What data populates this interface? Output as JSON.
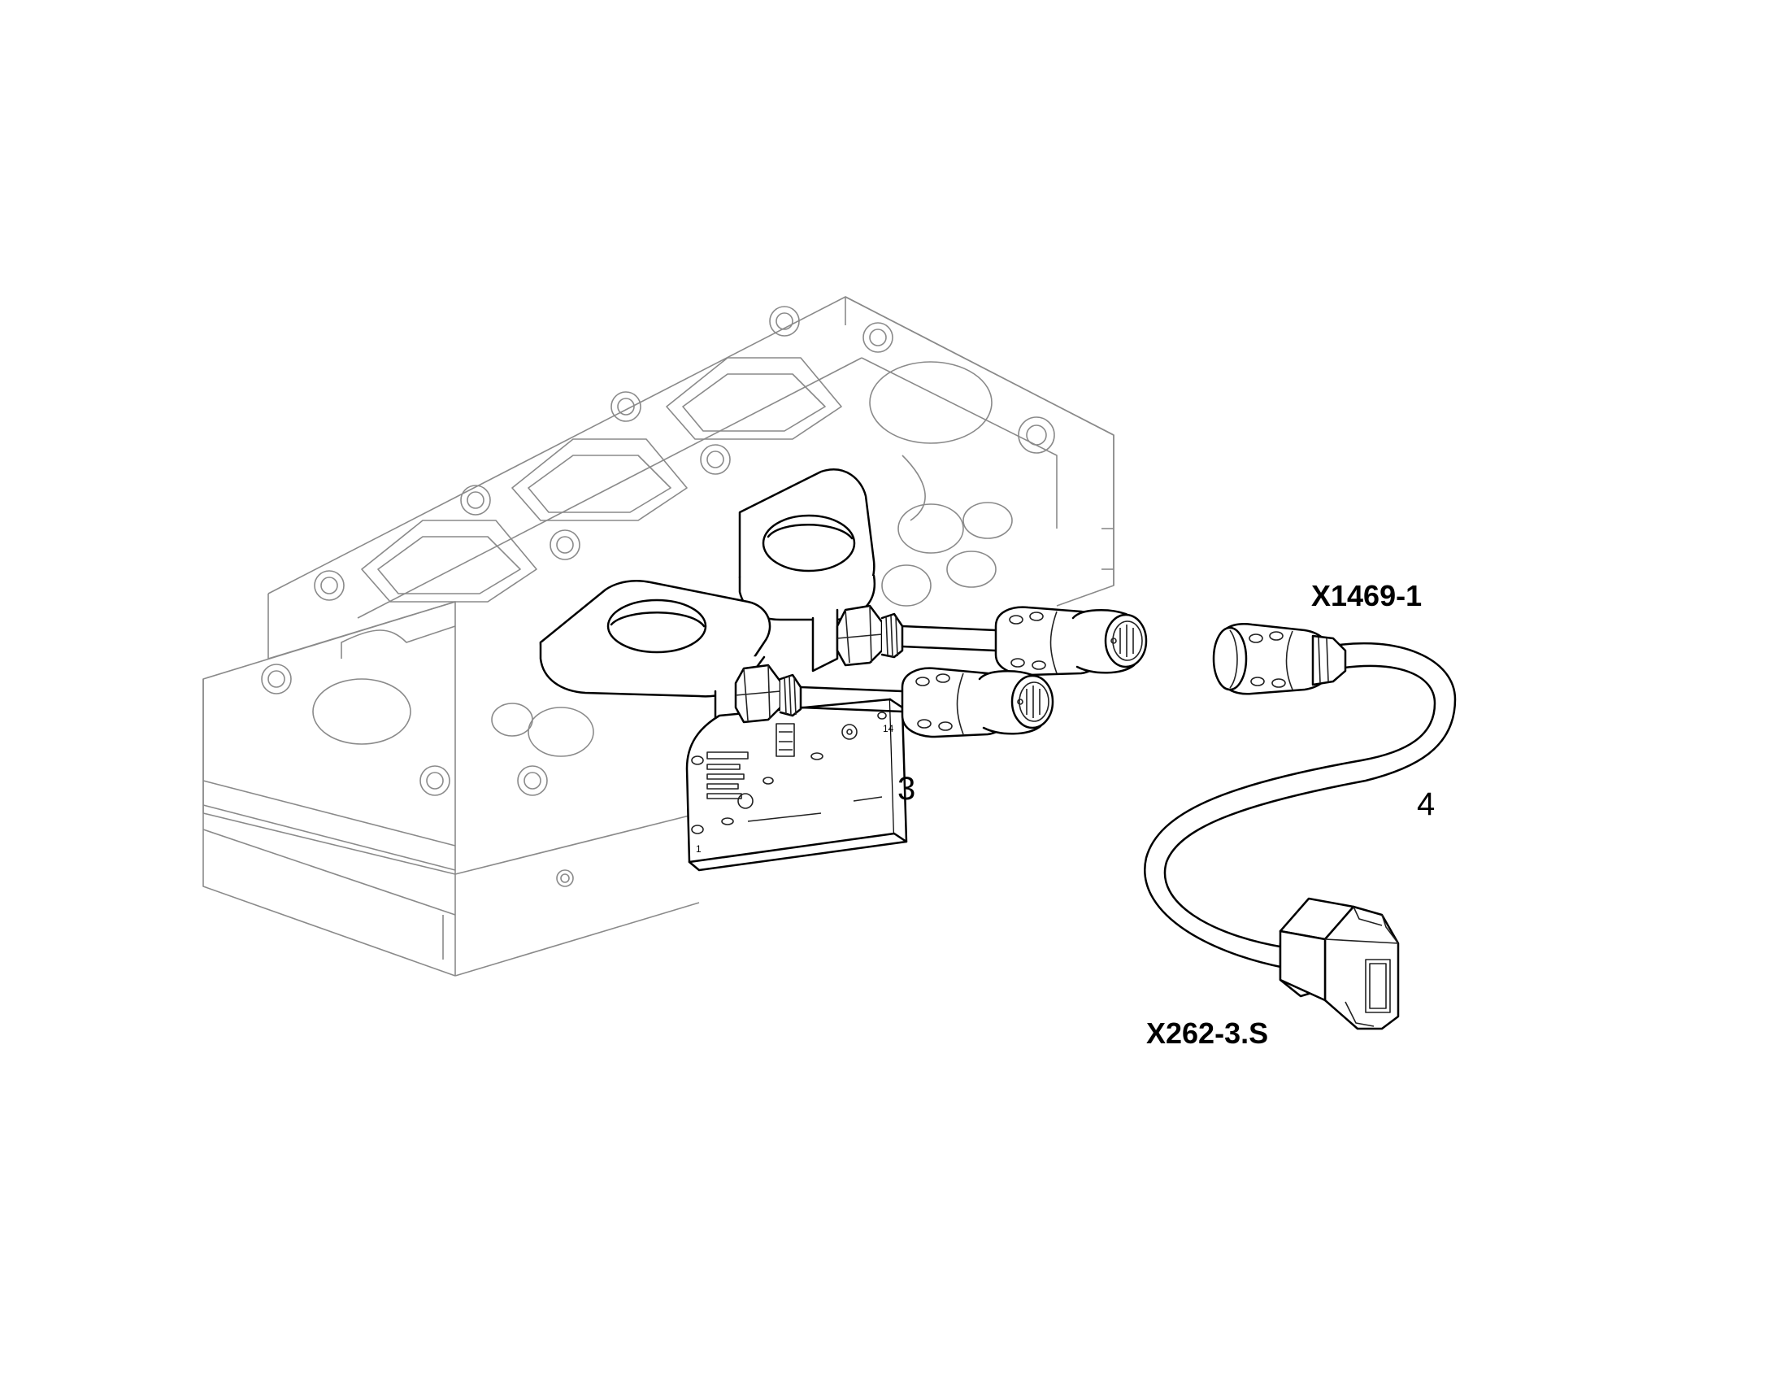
{
  "labels": {
    "connector_top": "X1469-1",
    "connector_bottom": "X262-3.S",
    "part_3": "3",
    "part_4": "4"
  },
  "plate": {
    "left_digit": "1",
    "right_digit": "14"
  },
  "colors": {
    "line": "#000000",
    "block_outline": "#8a8a8a",
    "background": "#ffffff"
  }
}
